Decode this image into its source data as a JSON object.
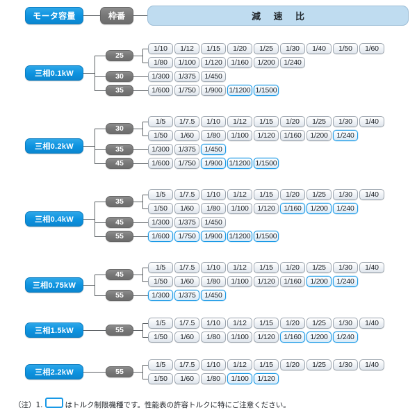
{
  "header": {
    "motor_capacity_label": "モータ容量",
    "frame_no_label": "枠番",
    "ratio_label": "減 速 比"
  },
  "footnote": {
    "prefix": "（注）1.",
    "suffix": "はトルク制限機種です。性能表の許容トルクに特にご注意ください。"
  },
  "colors": {
    "accent_blue": "#0d93e0",
    "highlight_blue": "#1999e6",
    "frame_gray": "#777777",
    "header_band": "#bfdcf0",
    "line": "#5a5f63"
  },
  "chart_data": {
    "type": "table",
    "title": "モータ容量 / 枠番 / 減速比 対応表",
    "legend": "青枠 = トルク制限機種",
    "columns": 9,
    "groups": [
      {
        "motor": "三相0.1kW",
        "frames": [
          {
            "frame": "25",
            "rows": [
              [
                "1/10",
                "1/12",
                "1/15",
                "1/20",
                "1/25",
                "1/30",
                "1/40",
                "1/50",
                "1/60"
              ],
              [
                "1/80",
                "1/100",
                "1/120",
                "1/160",
                "1/200",
                "1/240"
              ]
            ],
            "highlighted": []
          },
          {
            "frame": "30",
            "rows": [
              [
                "1/300",
                "1/375",
                "1/450"
              ]
            ],
            "highlighted": []
          },
          {
            "frame": "35",
            "rows": [
              [
                "1/600",
                "1/750",
                "1/900",
                "1/1200",
                "1/1500"
              ]
            ],
            "highlighted": [
              "1/1200",
              "1/1500"
            ]
          }
        ]
      },
      {
        "motor": "三相0.2kW",
        "frames": [
          {
            "frame": "30",
            "rows": [
              [
                "1/5",
                "1/7.5",
                "1/10",
                "1/12",
                "1/15",
                "1/20",
                "1/25",
                "1/30",
                "1/40"
              ],
              [
                "1/50",
                "1/60",
                "1/80",
                "1/100",
                "1/120",
                "1/160",
                "1/200",
                "1/240"
              ]
            ],
            "highlighted": [
              "1/240"
            ]
          },
          {
            "frame": "35",
            "rows": [
              [
                "1/300",
                "1/375",
                "1/450"
              ]
            ],
            "highlighted": [
              "1/450"
            ]
          },
          {
            "frame": "45",
            "rows": [
              [
                "1/600",
                "1/750",
                "1/900",
                "1/1200",
                "1/1500"
              ]
            ],
            "highlighted": [
              "1/900",
              "1/1200",
              "1/1500"
            ]
          }
        ]
      },
      {
        "motor": "三相0.4kW",
        "frames": [
          {
            "frame": "35",
            "rows": [
              [
                "1/5",
                "1/7.5",
                "1/10",
                "1/12",
                "1/15",
                "1/20",
                "1/25",
                "1/30",
                "1/40"
              ],
              [
                "1/50",
                "1/60",
                "1/80",
                "1/100",
                "1/120",
                "1/160",
                "1/200",
                "1/240"
              ]
            ],
            "highlighted": [
              "1/160",
              "1/200",
              "1/240"
            ]
          },
          {
            "frame": "45",
            "rows": [
              [
                "1/300",
                "1/375",
                "1/450"
              ]
            ],
            "highlighted": []
          },
          {
            "frame": "55",
            "rows": [
              [
                "1/600",
                "1/750",
                "1/900",
                "1/1200",
                "1/1500"
              ]
            ],
            "highlighted": [
              "1/600",
              "1/750",
              "1/900",
              "1/1200",
              "1/1500"
            ]
          }
        ]
      },
      {
        "motor": "三相0.75kW",
        "frames": [
          {
            "frame": "45",
            "rows": [
              [
                "1/5",
                "1/7.5",
                "1/10",
                "1/12",
                "1/15",
                "1/20",
                "1/25",
                "1/30",
                "1/40"
              ],
              [
                "1/50",
                "1/60",
                "1/80",
                "1/100",
                "1/120",
                "1/160",
                "1/200",
                "1/240"
              ]
            ],
            "highlighted": [
              "1/200",
              "1/240"
            ]
          },
          {
            "frame": "55",
            "rows": [
              [
                "1/300",
                "1/375",
                "1/450"
              ]
            ],
            "highlighted": [
              "1/300",
              "1/375",
              "1/450"
            ]
          }
        ]
      },
      {
        "motor": "三相1.5kW",
        "frames": [
          {
            "frame": "55",
            "rows": [
              [
                "1/5",
                "1/7.5",
                "1/10",
                "1/12",
                "1/15",
                "1/20",
                "1/25",
                "1/30",
                "1/40"
              ],
              [
                "1/50",
                "1/60",
                "1/80",
                "1/100",
                "1/120",
                "1/160",
                "1/200",
                "1/240"
              ]
            ],
            "highlighted": [
              "1/160",
              "1/200",
              "1/240"
            ]
          }
        ]
      },
      {
        "motor": "三相2.2kW",
        "frames": [
          {
            "frame": "55",
            "rows": [
              [
                "1/5",
                "1/7.5",
                "1/10",
                "1/12",
                "1/15",
                "1/20",
                "1/25",
                "1/30",
                "1/40"
              ],
              [
                "1/50",
                "1/60",
                "1/80",
                "1/100",
                "1/120"
              ]
            ],
            "highlighted": [
              "1/100",
              "1/120"
            ]
          }
        ]
      }
    ]
  }
}
